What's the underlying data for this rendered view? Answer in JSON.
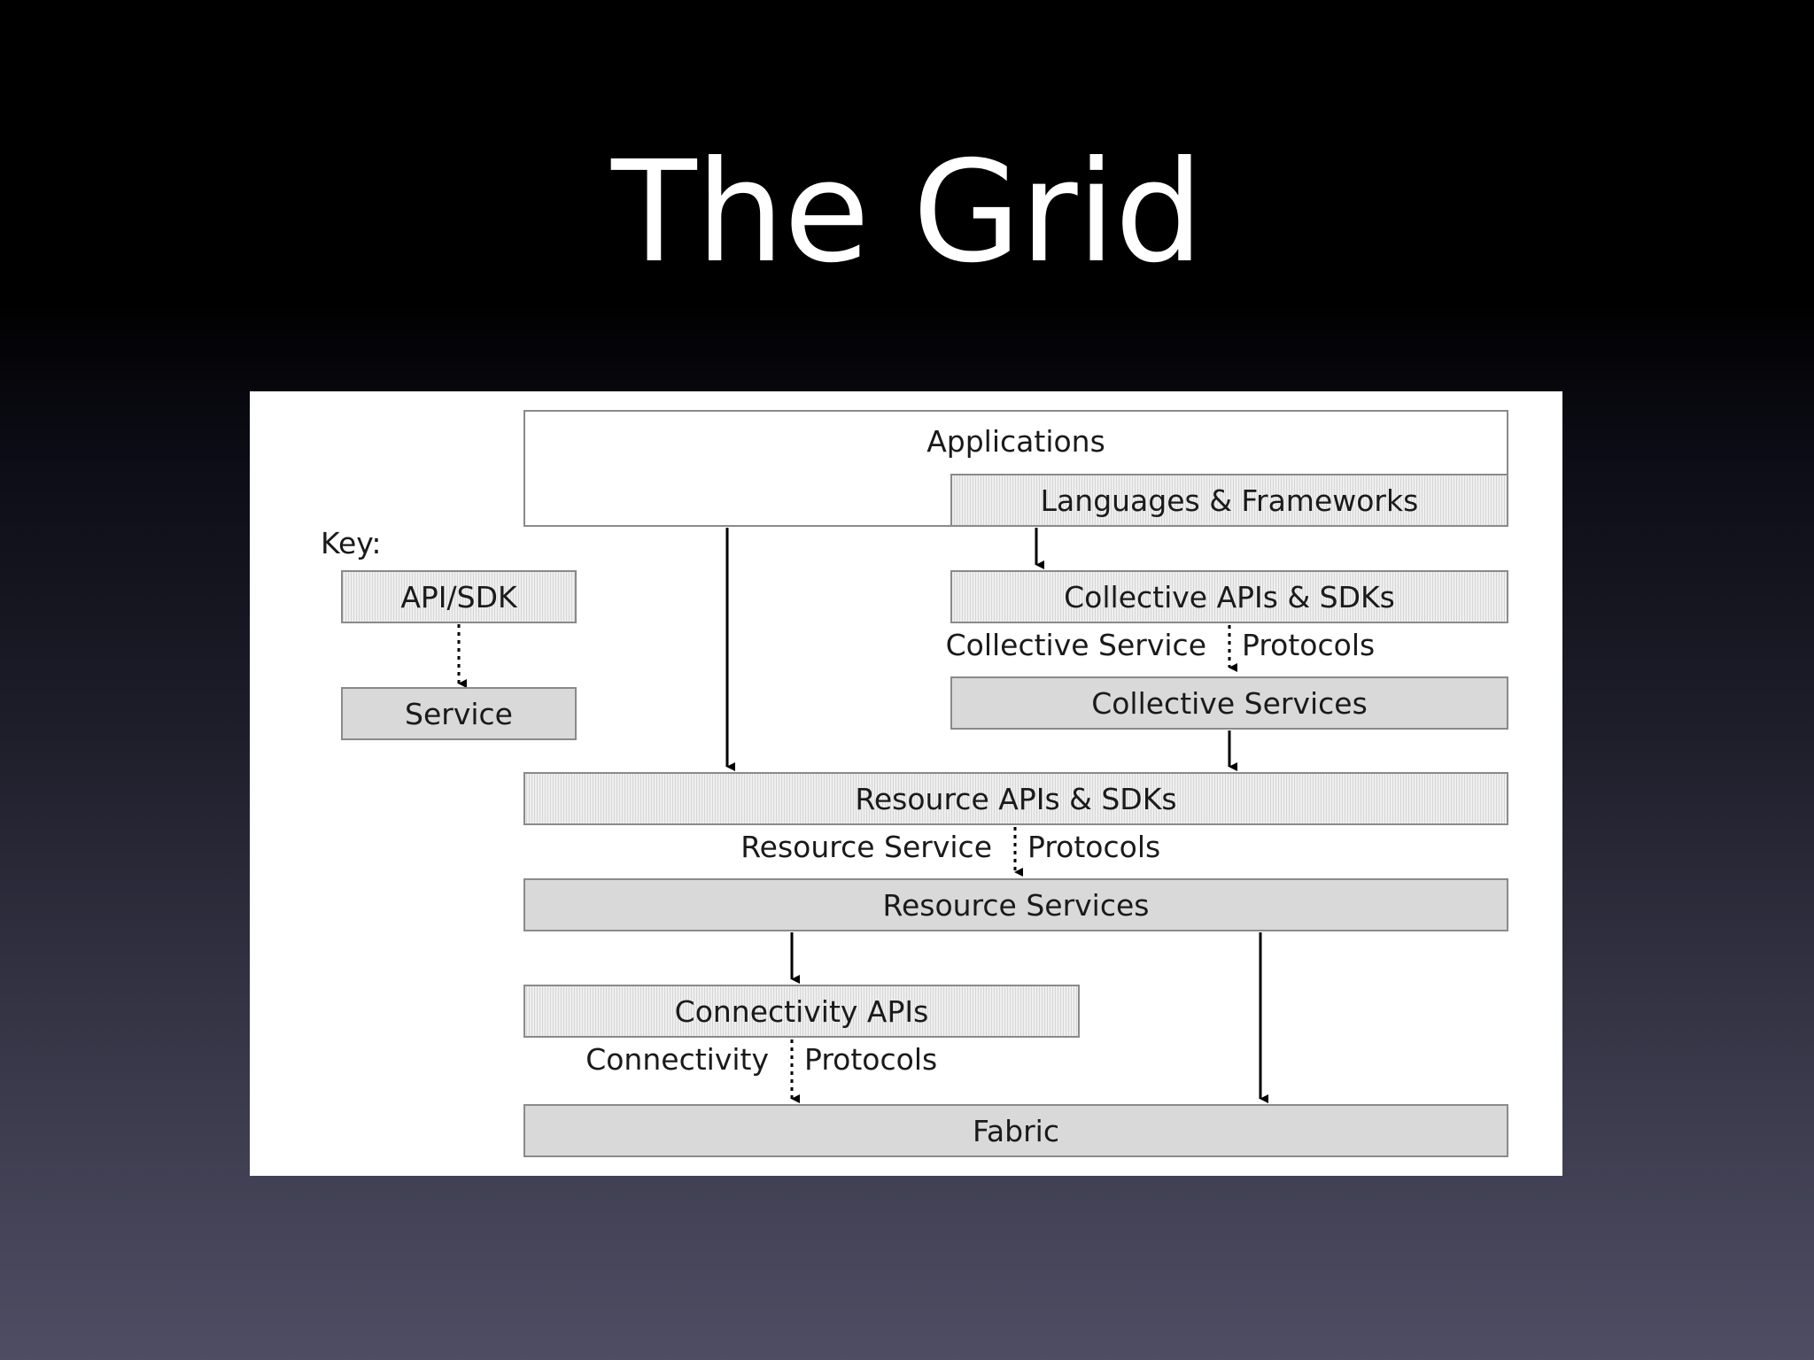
{
  "slide": {
    "title": "The Grid"
  },
  "diagram": {
    "key": {
      "label": "Key:",
      "api_box": "API/SDK",
      "service_box": "Service"
    },
    "layers": {
      "applications": "Applications",
      "languages_frameworks": "Languages & Frameworks",
      "collective_apis": "Collective APIs & SDKs",
      "collective_services": "Collective Services",
      "resource_apis": "Resource APIs & SDKs",
      "resource_services": "Resource Services",
      "connectivity_apis": "Connectivity APIs",
      "fabric": "Fabric"
    },
    "protocols": {
      "collective_left": "Collective Service",
      "collective_right": "Protocols",
      "resource_left": "Resource Service",
      "resource_right": "Protocols",
      "connectivity_left": "Connectivity",
      "connectivity_right": "Protocols"
    },
    "colors": {
      "service_fill": "#d9d9d9",
      "api_fill": "#ececec",
      "stroke": "#888888"
    }
  }
}
